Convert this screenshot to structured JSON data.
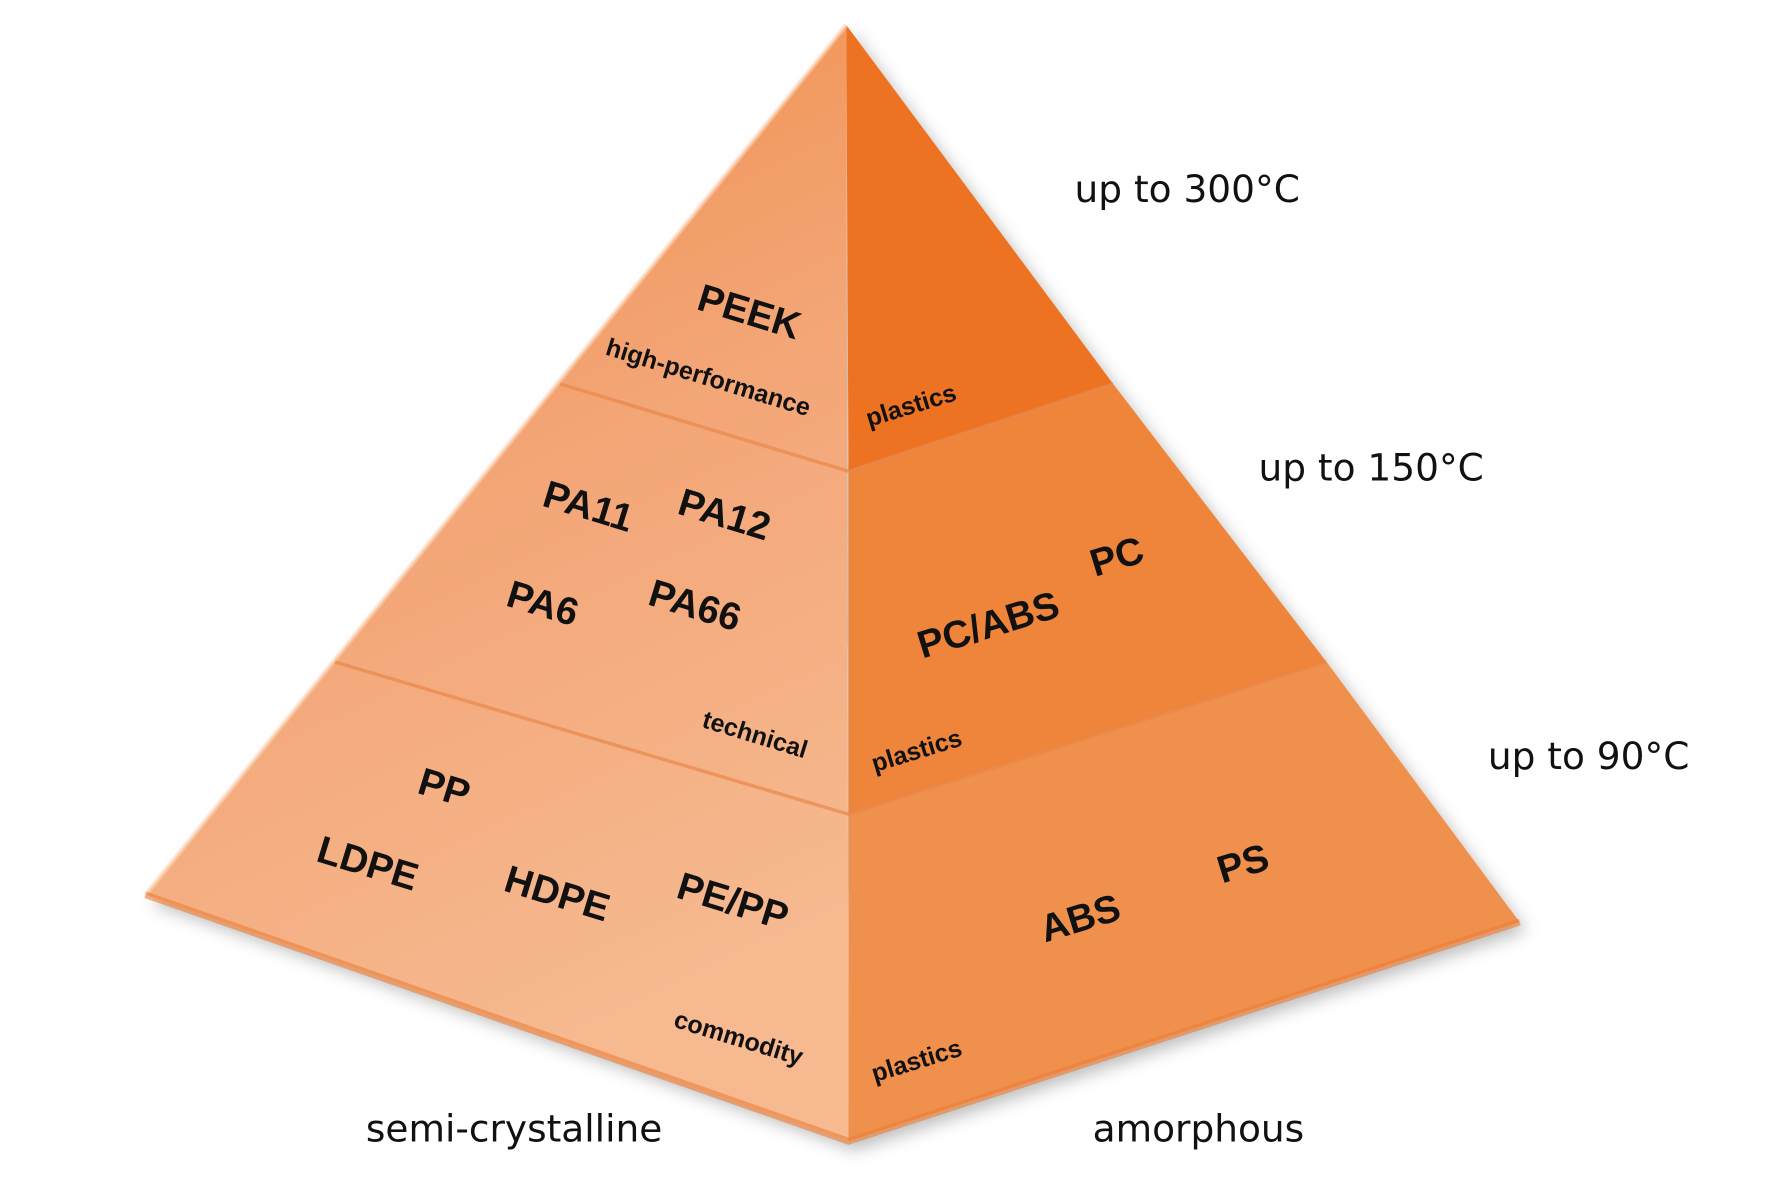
{
  "temperatures": [
    "up to 300°C",
    "up to 150°C",
    "up to 90°C"
  ],
  "axis_labels": {
    "left": "semi-crystalline",
    "right": "amorphous"
  },
  "tiers": {
    "high_performance": {
      "left_label": "high-performance",
      "right_label": "plastics",
      "semi_crystalline": [
        "PEEK"
      ],
      "amorphous": []
    },
    "technical": {
      "left_label": "technical",
      "right_label": "plastics",
      "semi_crystalline": [
        "PA11",
        "PA12",
        "PA6",
        "PA66"
      ],
      "amorphous": [
        "PC",
        "PC/ABS"
      ]
    },
    "commodity": {
      "left_label": "commodity",
      "right_label": "plastics",
      "semi_crystalline": [
        "PP",
        "LDPE",
        "HDPE",
        "PE/PP"
      ],
      "amorphous": [
        "PS",
        "ABS"
      ]
    }
  },
  "colors": {
    "left_top": "#f29a62",
    "left_bottom": "#f6b88f",
    "right_top": "#ed7223",
    "right_mid": "#ef853b",
    "right_bottom": "#f08e4b"
  }
}
